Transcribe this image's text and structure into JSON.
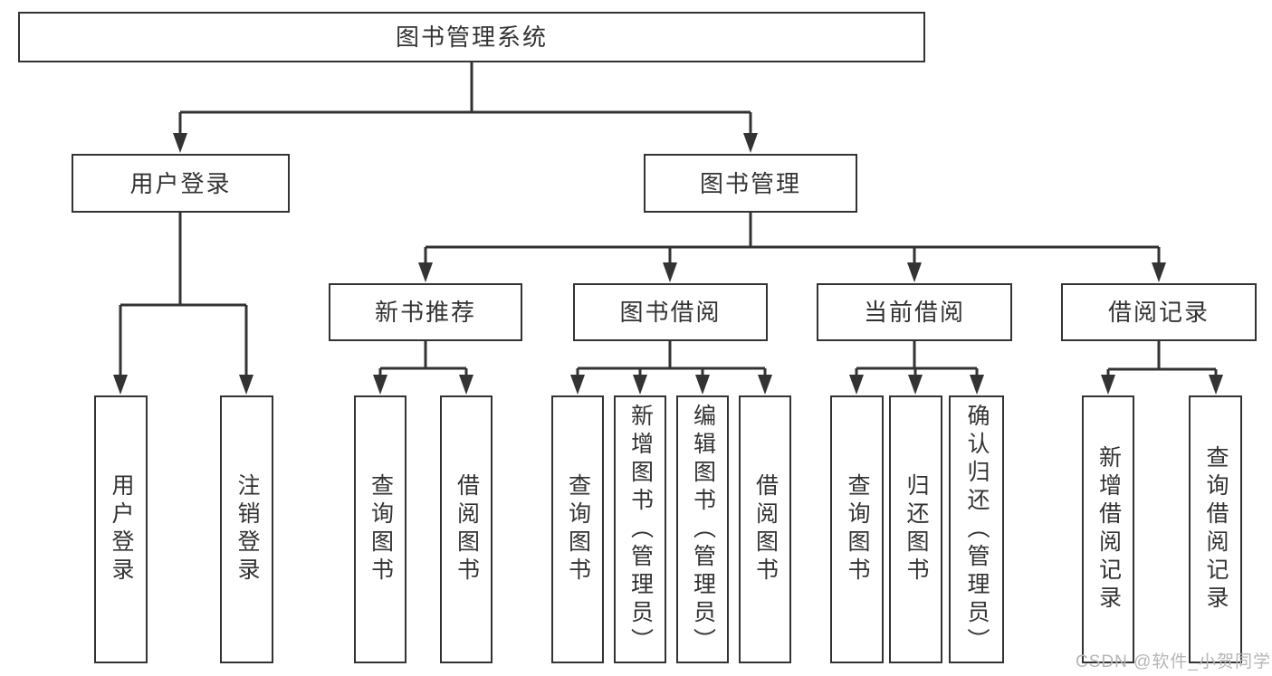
{
  "diagram": {
    "title": "图书管理系统",
    "branches": [
      {
        "label": "用户登录",
        "children": [
          {
            "label": "用户登录"
          },
          {
            "label": "注销登录"
          }
        ]
      },
      {
        "label": "图书管理",
        "children": [
          {
            "label": "新书推荐",
            "children": [
              {
                "label": "查询图书"
              },
              {
                "label": "借阅图书"
              }
            ]
          },
          {
            "label": "图书借阅",
            "children": [
              {
                "label": "查询图书"
              },
              {
                "label": "新增图书（管理员）"
              },
              {
                "label": "编辑图书（管理员）"
              },
              {
                "label": "借阅图书"
              }
            ]
          },
          {
            "label": "当前借阅",
            "children": [
              {
                "label": "查询图书"
              },
              {
                "label": "归还图书"
              },
              {
                "label": "确认归还（管理员）"
              }
            ]
          },
          {
            "label": "借阅记录",
            "children": [
              {
                "label": "新增借阅记录"
              },
              {
                "label": "查询借阅记录"
              }
            ]
          }
        ]
      }
    ]
  },
  "watermark": "CSDN @软件_小贺同学",
  "colors": {
    "line": "#333333",
    "text": "#333333",
    "box_fill": "#ffffff",
    "background": "#ffffff",
    "watermark": "#b6b6b6"
  }
}
